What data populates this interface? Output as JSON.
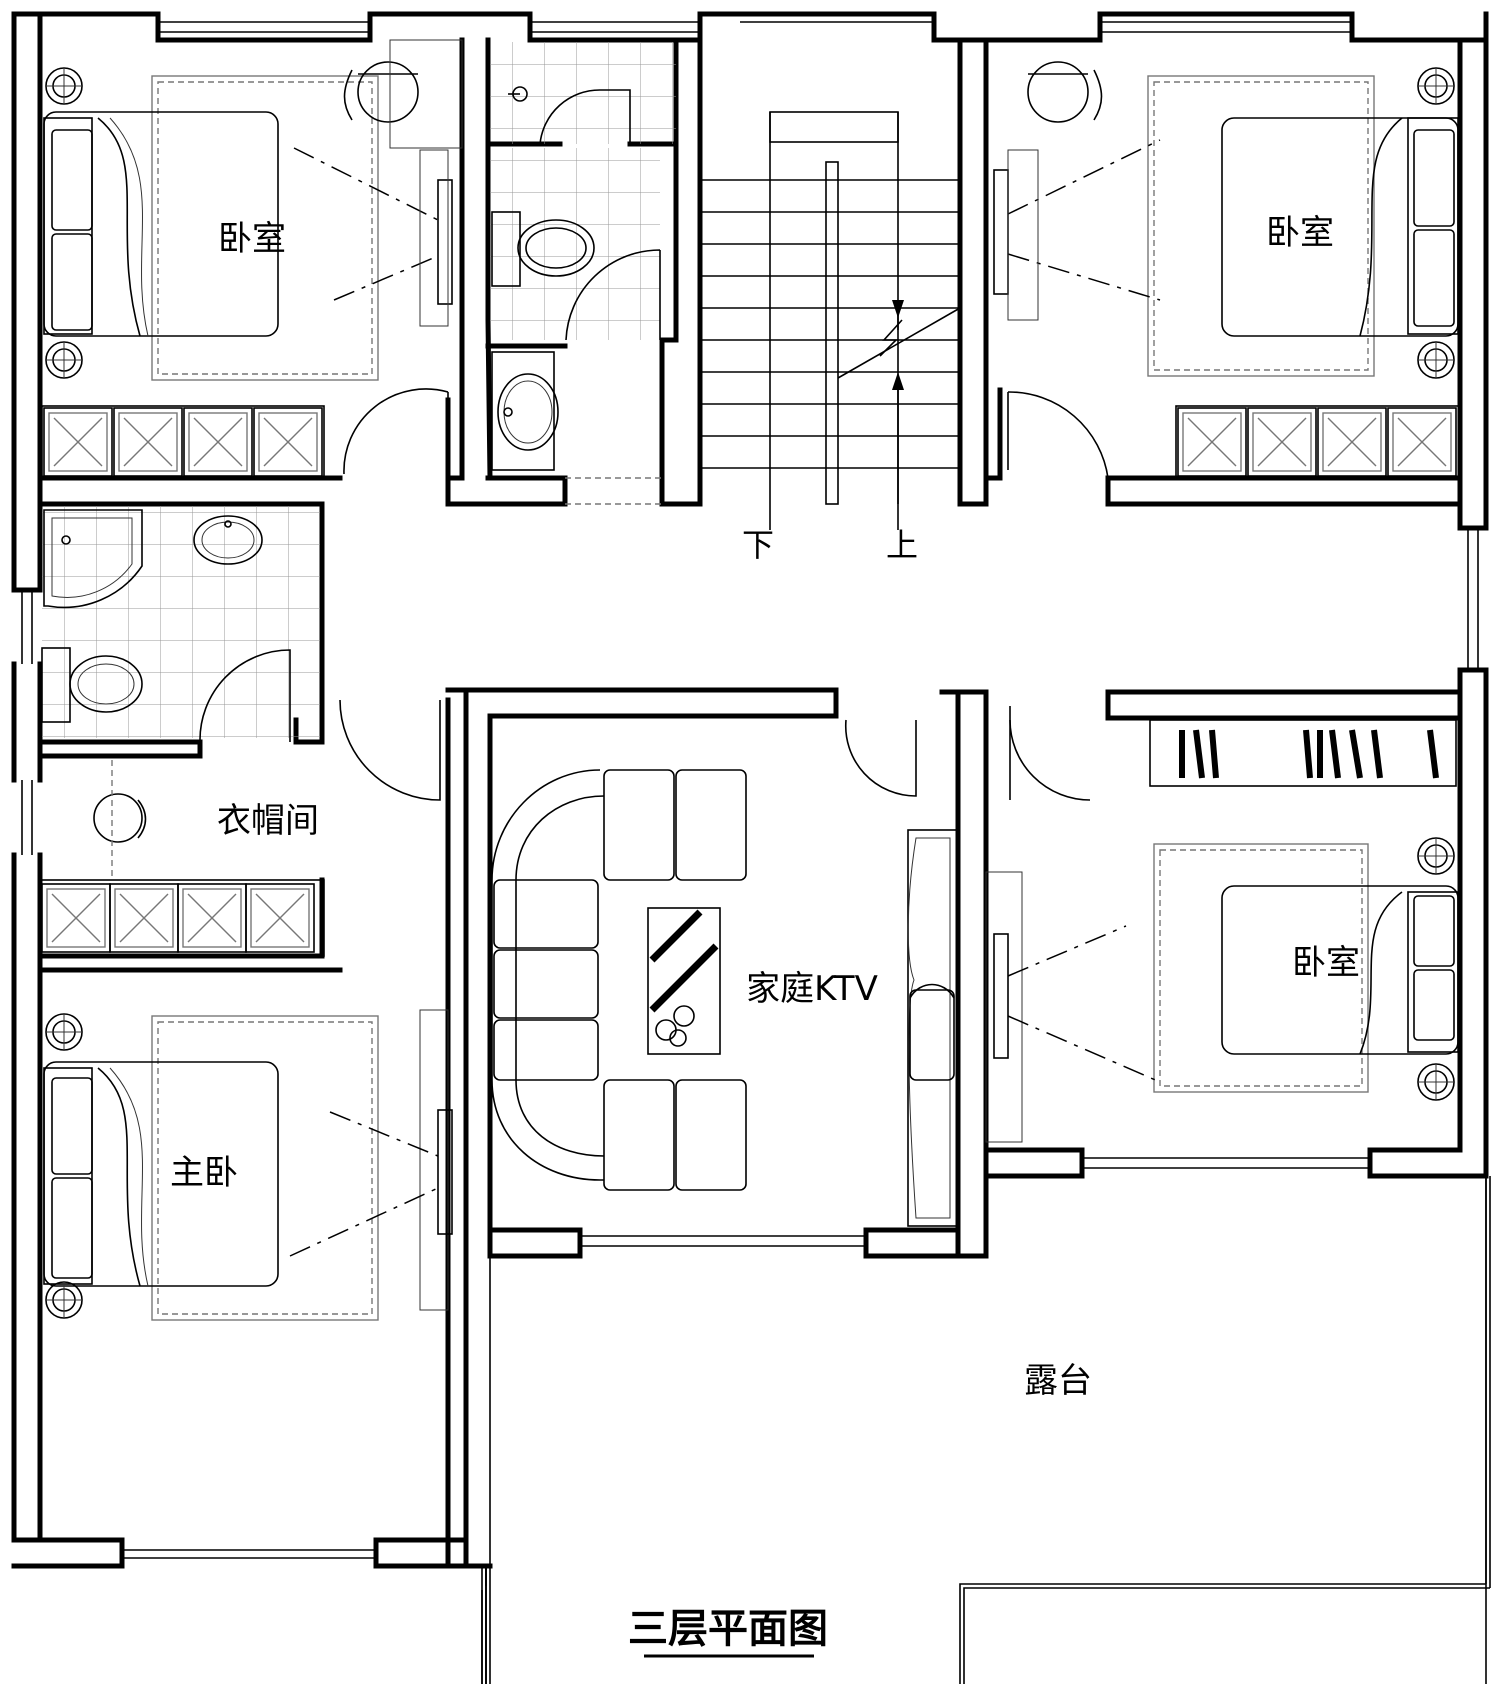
{
  "title": "三层平面图",
  "rooms": {
    "bedroom_top_left": "卧室",
    "bedroom_top_right": "卧室",
    "bedroom_mid_right": "卧室",
    "cloakroom": "衣帽间",
    "master_bedroom": "主卧",
    "family_ktv": "家庭KTV",
    "terrace": "露台"
  },
  "stairs": {
    "down": "下",
    "up": "上"
  }
}
